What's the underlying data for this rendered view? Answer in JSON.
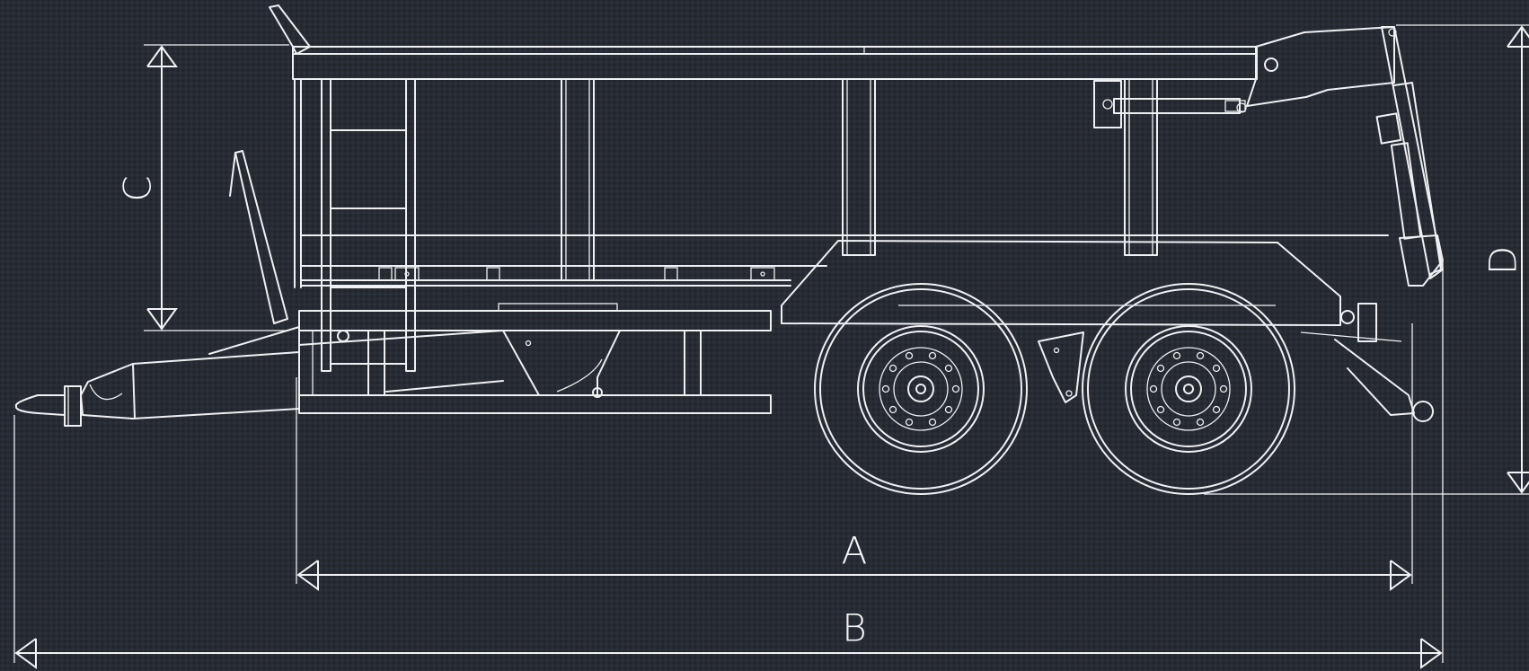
{
  "dimensions": {
    "a": "A",
    "b": "B",
    "c": "C",
    "d": "D"
  },
  "colors": {
    "background": "#272b33",
    "line": "#eef0f2"
  }
}
